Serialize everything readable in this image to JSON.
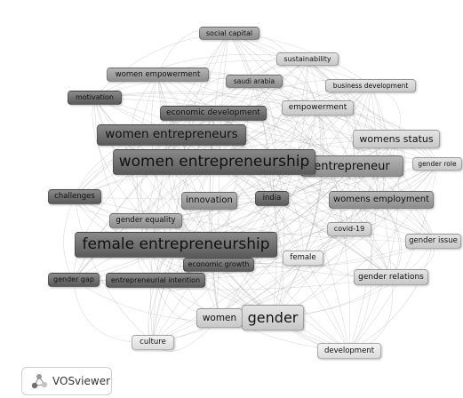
{
  "logo": {
    "text": "VOSviewer",
    "icon": "vosviewer-logo-icon"
  },
  "keywords": [
    {
      "key": "social-capital",
      "label": "social capital"
    },
    {
      "key": "sustainability",
      "label": "sustainability"
    },
    {
      "key": "women-empowerment",
      "label": "women empowerment"
    },
    {
      "key": "saudi-arabia",
      "label": "saudi arabia"
    },
    {
      "key": "business-development",
      "label": "business development"
    },
    {
      "key": "motivation",
      "label": "motivation"
    },
    {
      "key": "economic-development",
      "label": "economic development"
    },
    {
      "key": "empowerment",
      "label": "empowerment"
    },
    {
      "key": "women-entrepreneurs",
      "label": "women entrepreneurs"
    },
    {
      "key": "womens-status",
      "label": "womens status"
    },
    {
      "key": "women-entrepreneurship",
      "label": "women entrepreneurship"
    },
    {
      "key": "entrepreneur",
      "label": "entrepreneur"
    },
    {
      "key": "gender-role",
      "label": "gender role"
    },
    {
      "key": "challenges",
      "label": "challenges"
    },
    {
      "key": "innovation",
      "label": "innovation"
    },
    {
      "key": "india",
      "label": "india"
    },
    {
      "key": "womens-employment",
      "label": "womens employment"
    },
    {
      "key": "gender-equality",
      "label": "gender equality"
    },
    {
      "key": "covid-19",
      "label": "covid-19"
    },
    {
      "key": "female-entrepreneurship",
      "label": "female entrepreneurship"
    },
    {
      "key": "gender-issue",
      "label": "gender issue"
    },
    {
      "key": "female",
      "label": "female"
    },
    {
      "key": "economic-growth",
      "label": "economic growth"
    },
    {
      "key": "gender-gap",
      "label": "gender gap"
    },
    {
      "key": "entrepreneurial-intention",
      "label": "entrepreneurial intention"
    },
    {
      "key": "gender-relations",
      "label": "gender relations"
    },
    {
      "key": "women",
      "label": "women"
    },
    {
      "key": "gender",
      "label": "gender"
    },
    {
      "key": "culture",
      "label": "culture"
    },
    {
      "key": "development",
      "label": "development"
    }
  ]
}
